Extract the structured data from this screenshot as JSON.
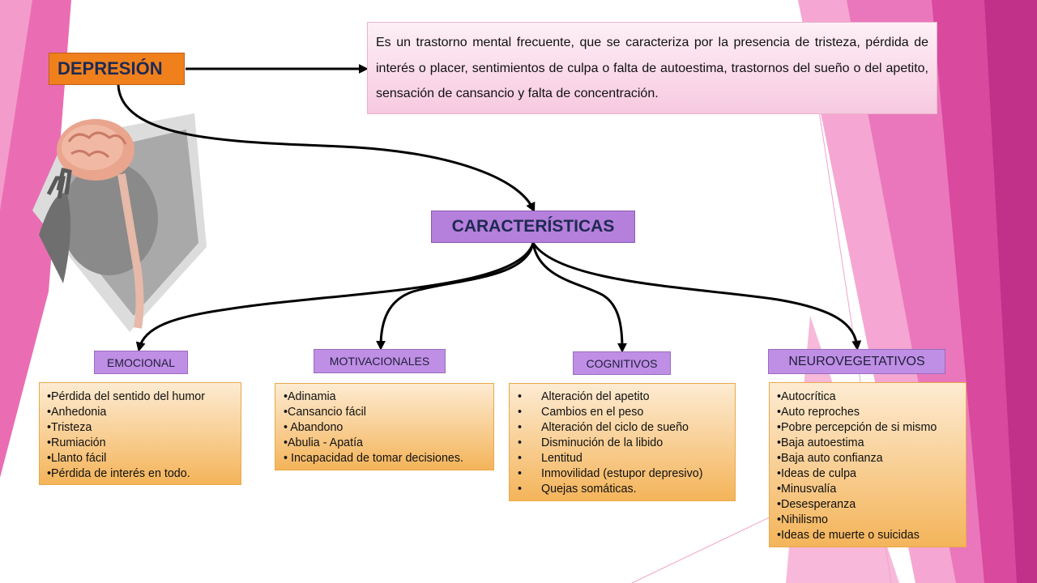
{
  "colors": {
    "title_fill": "#f0801c",
    "definition_fill": "#f7c9e0",
    "characteristics_fill": "#b57fdc",
    "category_fill": "#bf8ee5",
    "list_fill": "#f4b45a",
    "background_pink": "#e25aa6"
  },
  "title": "DEPRESIÓN",
  "definition": "Es un trastorno mental frecuente, que se caracteriza por la presencia de tristeza, pérdida de interés o placer, sentimientos de culpa o falta de autoestima, trastornos del sueño o del apetito, sensación de cansancio y falta de concentración.",
  "characteristics": "CARACTERÍSTICAS",
  "image_icon": "brain-headache-illustration",
  "categories": [
    {
      "label": "EMOCIONAL",
      "items": [
        "•Pérdida del sentido del humor",
        "•Anhedonia",
        "•Tristeza",
        "•Rumiación",
        "•Llanto fácil",
        "•Pérdida de interés en todo."
      ]
    },
    {
      "label": "MOTIVACIONALES",
      "items": [
        "•Adinamia",
        "•Cansancio fácil",
        "• Abandono",
        "•Abulia - Apatía",
        "• Incapacidad de tomar decisiones."
      ]
    },
    {
      "label": "COGNITIVOS",
      "items": [
        "Alteración del apetito",
        "Cambios en el peso",
        "Alteración del ciclo de sueño",
        "Disminución de la libido",
        "Lentitud",
        "Inmovilidad (estupor depresivo)",
        "Quejas somáticas."
      ]
    },
    {
      "label": "NEUROVEGETATIVOS",
      "items": [
        "•Autocrítica",
        "•Auto reproches",
        "•Pobre percepción de si mismo",
        "•Baja autoestima",
        "•Baja auto confianza",
        "•Ideas de culpa",
        "•Minusvalía",
        "•Desesperanza",
        "•Nihilismo",
        "•Ideas de muerte o suicidas"
      ]
    }
  ]
}
